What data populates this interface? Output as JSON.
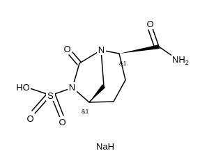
{
  "molecule": {
    "atoms": {
      "ketone_o": "O",
      "bridge_n": "N",
      "amide_nh2": "NH2",
      "ring_n": "N",
      "sulfonyl_oh": "HO",
      "sulfur": "S",
      "sulfonyl_o_top": "O",
      "sulfonyl_o_bottom": "O"
    },
    "stereo_labels": {
      "upper_center": "&1",
      "lower_center": "&1"
    },
    "counterion": "NaH"
  }
}
